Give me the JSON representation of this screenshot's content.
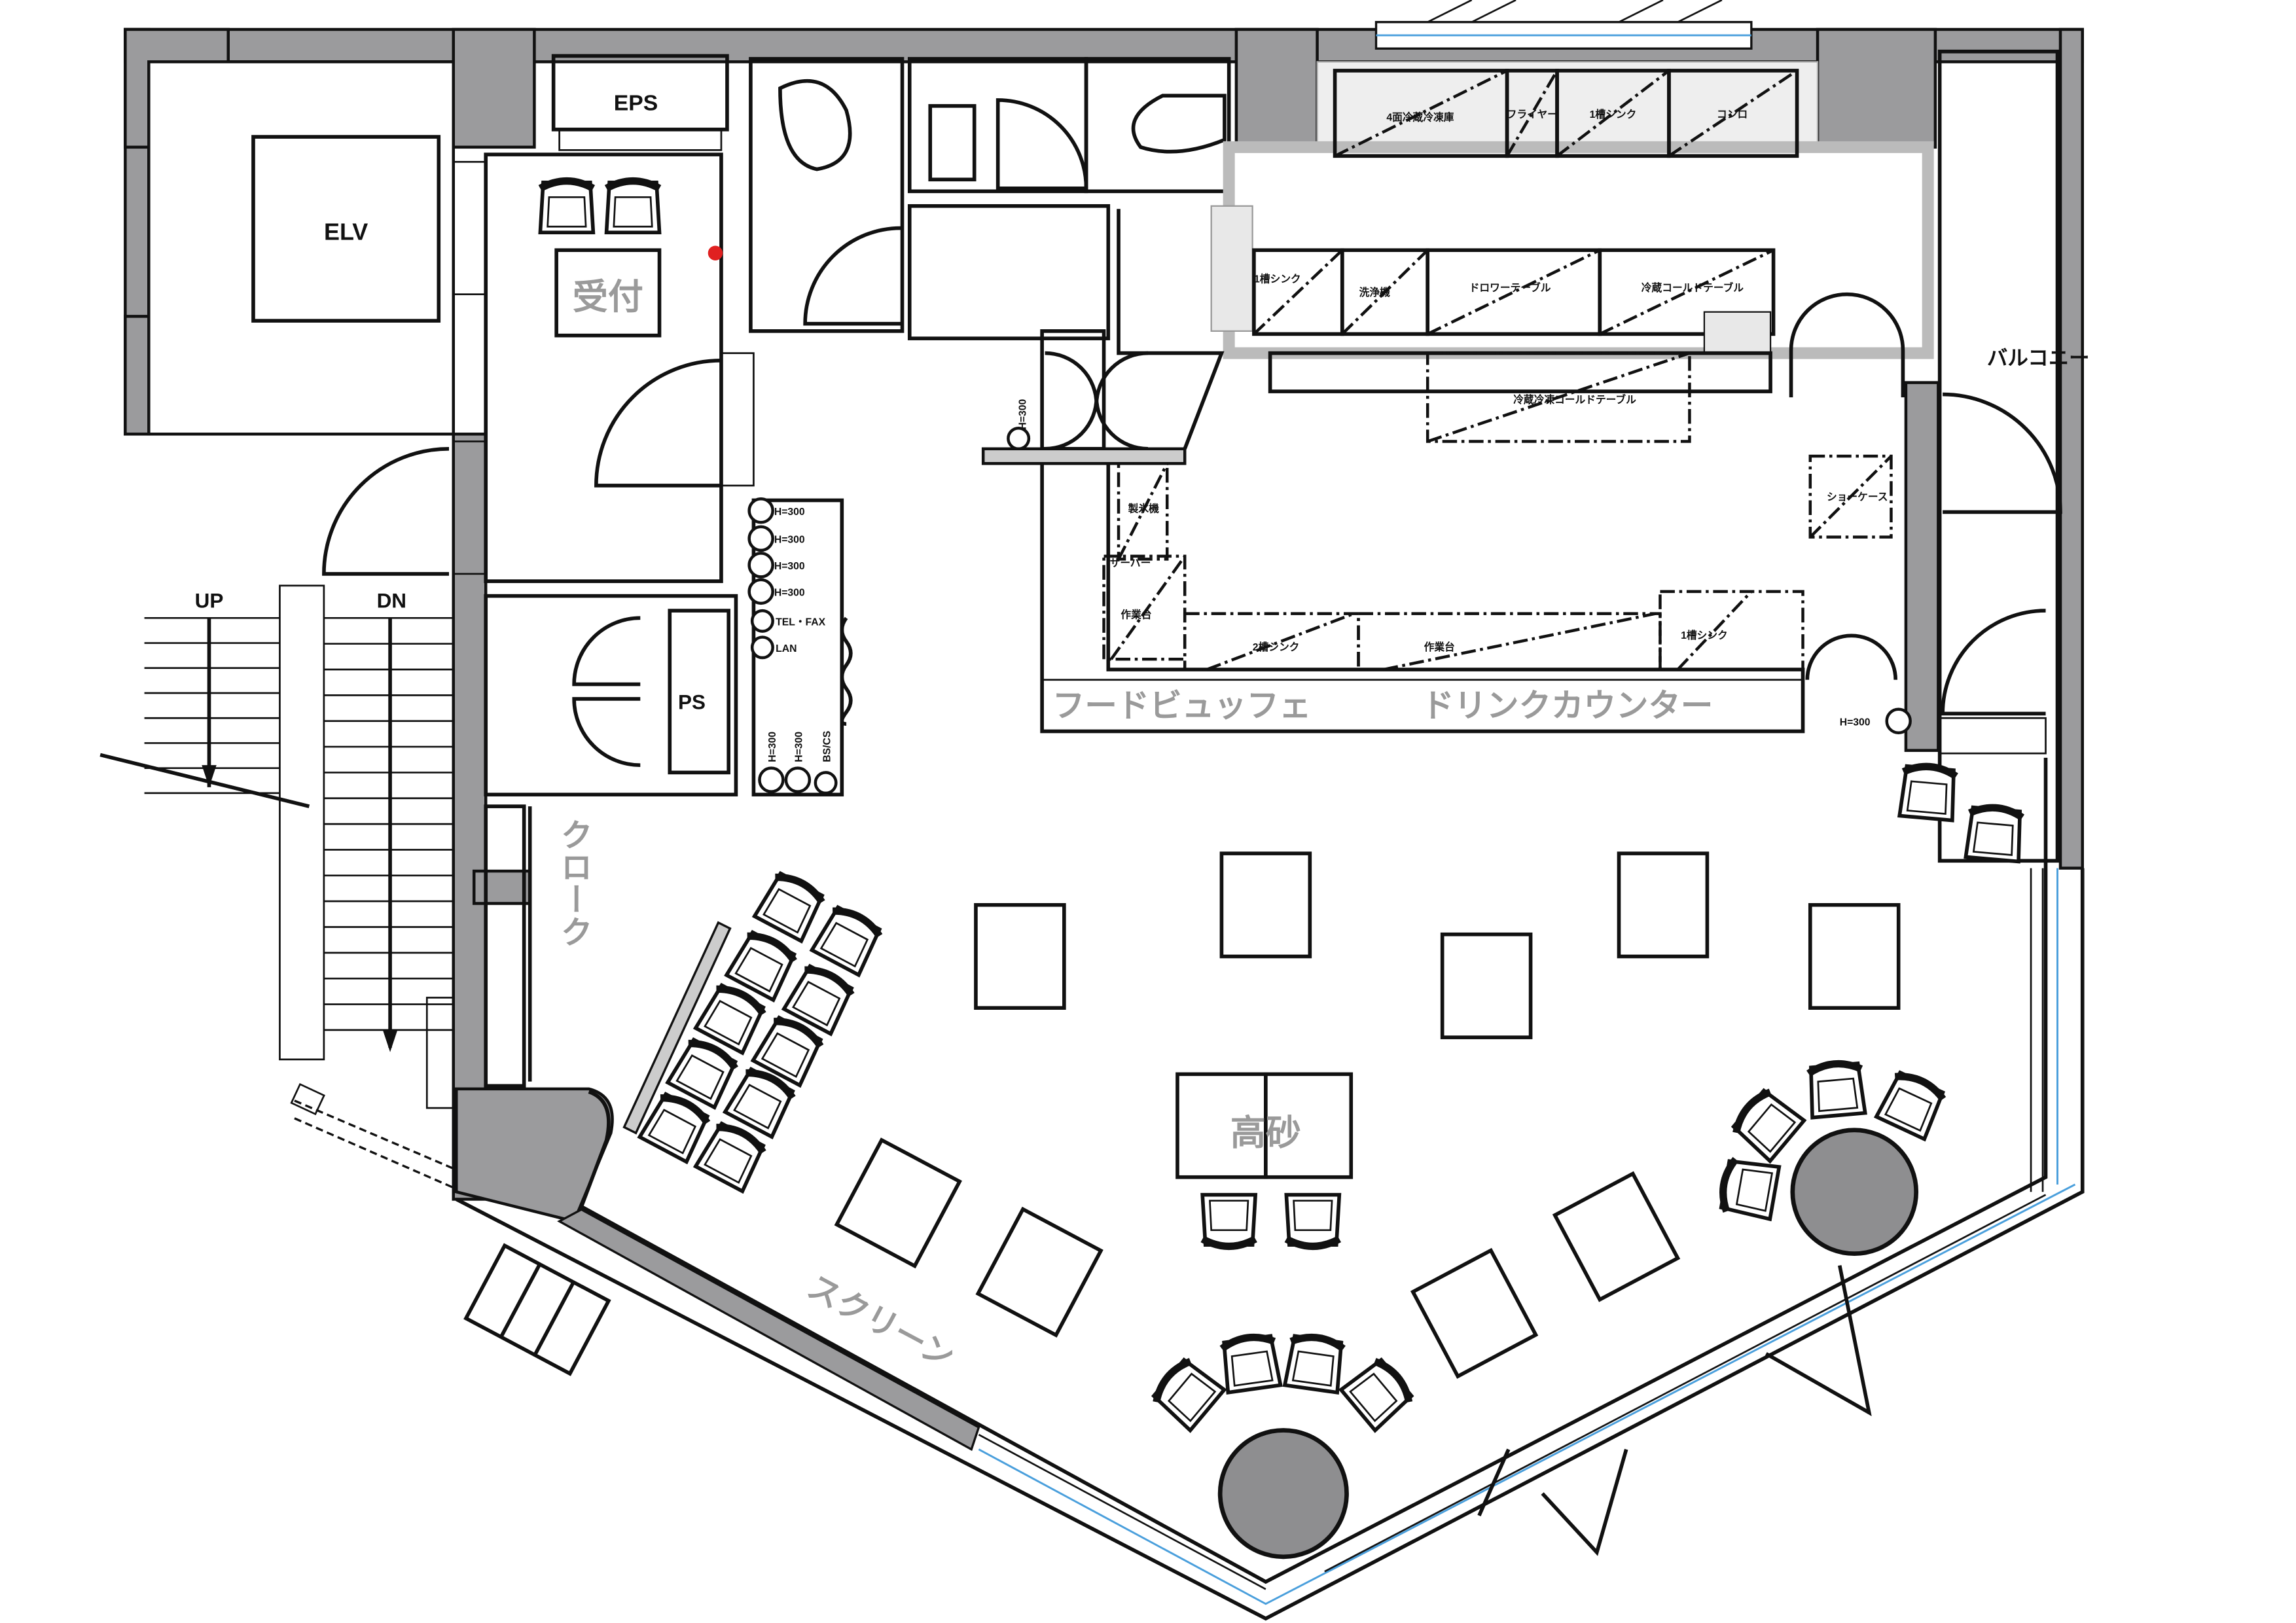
{
  "plan": {
    "rooms": {
      "elevator": "ELV",
      "eps": "EPS",
      "reception": "受付",
      "ps": "PS",
      "cloak": "クローク",
      "balcony": "バルコニー",
      "screen": "スクリーン",
      "head_table": "高砂",
      "food_buffet": "フードビュッフェ",
      "drink_counter": "ドリンクカウンター"
    },
    "stairs": {
      "up": "UP",
      "down": "DN"
    },
    "kitchen_equipment": {
      "fridge_freezer_4door": "4面冷蔵冷凍庫",
      "fryer": "フライヤー",
      "sink1_top": "1槽シンク",
      "stove": "コンロ",
      "sink1_left": "1槽シンク",
      "dishwasher": "洗浄機",
      "drawer_table": "ドロワーテーブル",
      "cold_table": "冷蔵コールドテーブル",
      "fridge_freezer_cold_table": "冷蔵冷凍コールドテーブル",
      "showcase": "ショーケース",
      "ice_maker": "製氷機",
      "server": "サーバー",
      "work_table_left": "作業台",
      "sink2": "2槽シンク",
      "work_table": "作業台",
      "sink1_counter": "1槽シンク"
    },
    "outlets": {
      "h300": "H=300",
      "tel_fax": "TEL・FAX",
      "lan": "LAN",
      "bs_cs": "BS/CS"
    }
  }
}
